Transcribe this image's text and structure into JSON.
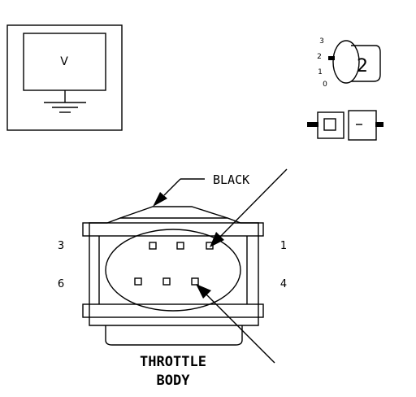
{
  "meter": {
    "symbol": "V"
  },
  "multimeter_icon": {
    "range_value": "2",
    "conditions": [
      "3",
      "2",
      "1",
      "0"
    ]
  },
  "connector": {
    "color_callout": "BLACK",
    "name_line1": "THROTTLE",
    "name_line2": "BODY",
    "pin_numbers": {
      "top_left": "3",
      "top_right": "1",
      "bottom_left": "6",
      "bottom_right": "4"
    }
  }
}
